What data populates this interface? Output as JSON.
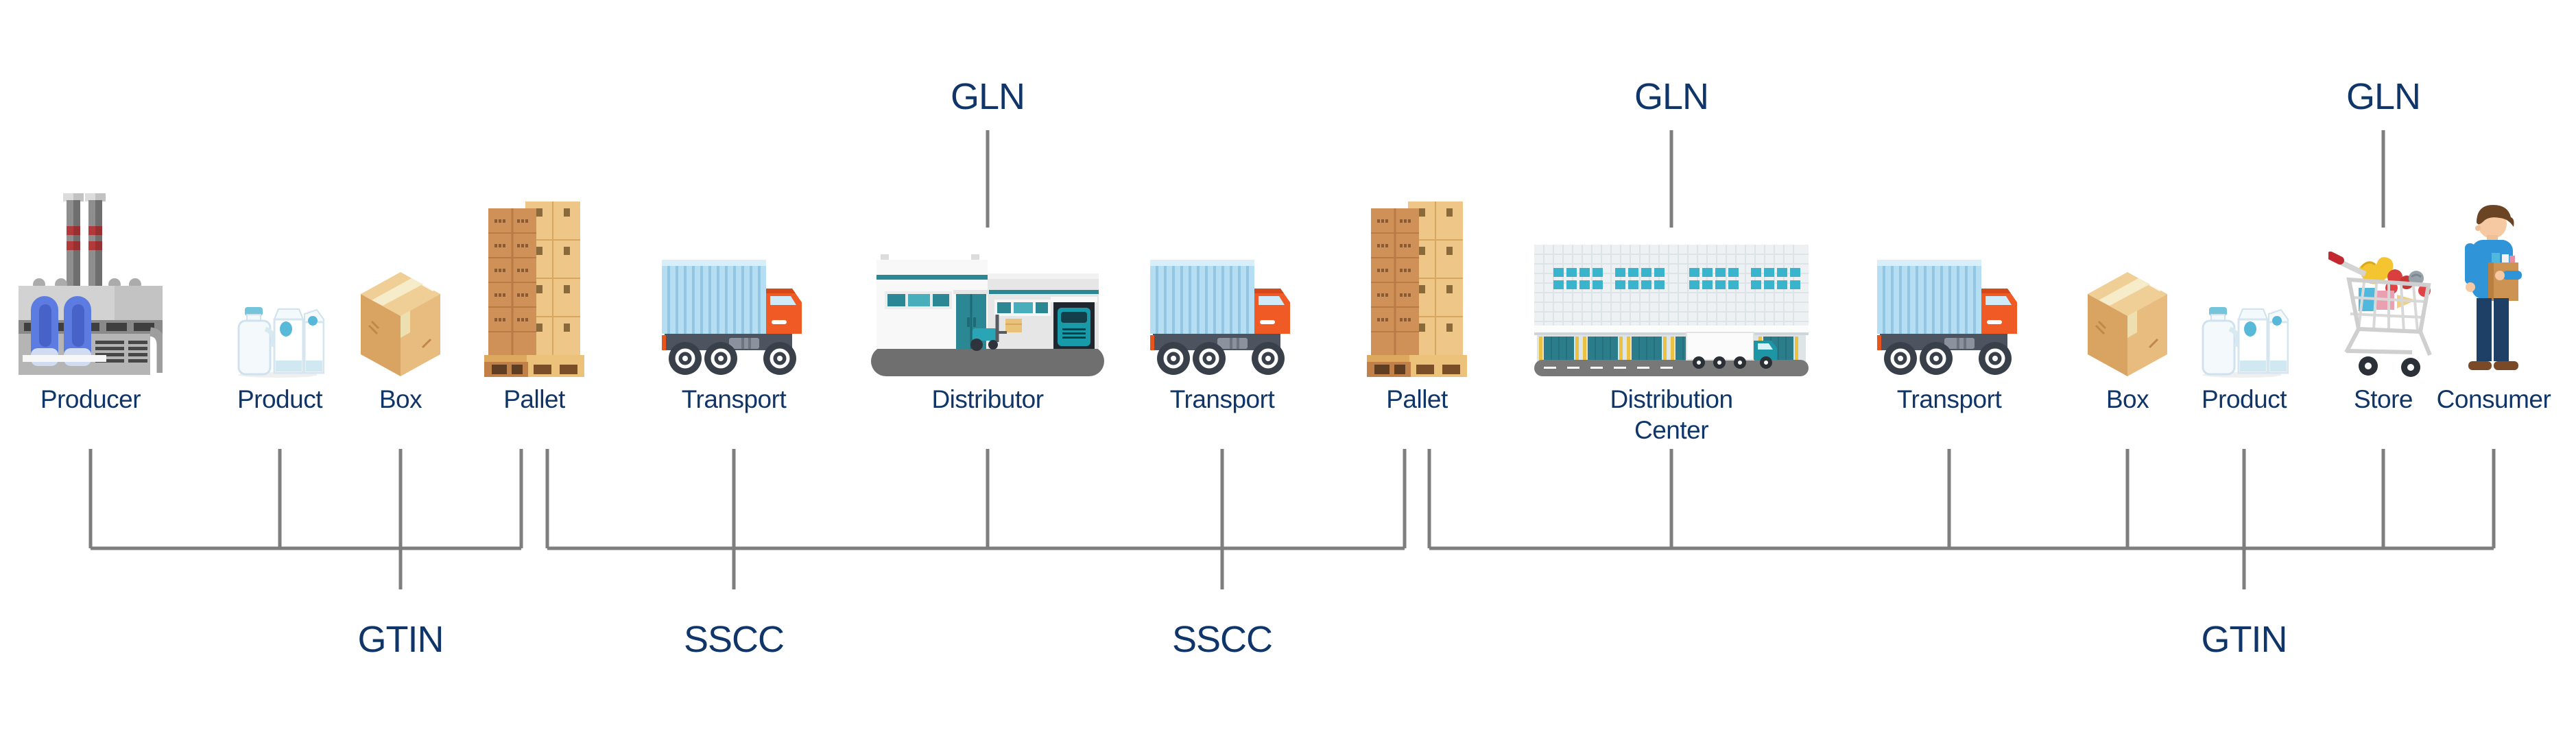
{
  "diagram": {
    "description_colors": {
      "label_navy": "#0f3569",
      "connector_gray": "#7e7e7e",
      "truck_container_blue": "#b5def2",
      "truck_cab_orange": "#f05a24",
      "teal_accent": "#2c8794",
      "box_tan": "#e8bc7e"
    },
    "chain_items": [
      {
        "label": "Producer",
        "icon": "factory"
      },
      {
        "label": "Product",
        "icon": "milk-products"
      },
      {
        "label": "Box",
        "icon": "cardboard-box"
      },
      {
        "label": "Pallet",
        "icon": "pallet"
      },
      {
        "label": "Transport",
        "icon": "truck"
      },
      {
        "label": "Distributor",
        "icon": "warehouse"
      },
      {
        "label": "Transport",
        "icon": "truck"
      },
      {
        "label": "Pallet",
        "icon": "pallet"
      },
      {
        "label": "Distribution Center",
        "icon": "distribution-center"
      },
      {
        "label": "Transport",
        "icon": "truck"
      },
      {
        "label": "Box",
        "icon": "cardboard-box"
      },
      {
        "label": "Product",
        "icon": "milk-products"
      },
      {
        "label": "Store",
        "icon": "shopping-cart"
      },
      {
        "label": "Consumer",
        "icon": "person"
      }
    ],
    "gln_labels": [
      {
        "label": "GLN",
        "over": "Distributor"
      },
      {
        "label": "GLN",
        "over": "Distribution Center"
      },
      {
        "label": "GLN",
        "over": "Store"
      }
    ],
    "identifier_brackets": [
      {
        "label": "GTIN",
        "covers": "Producer to Pallet"
      },
      {
        "label": "SSCC",
        "covers": "Pallet to Distributor"
      },
      {
        "label": "SSCC",
        "covers": "Distributor to Pallet"
      },
      {
        "label": "GTIN",
        "covers": "Pallet to Consumer"
      }
    ]
  }
}
